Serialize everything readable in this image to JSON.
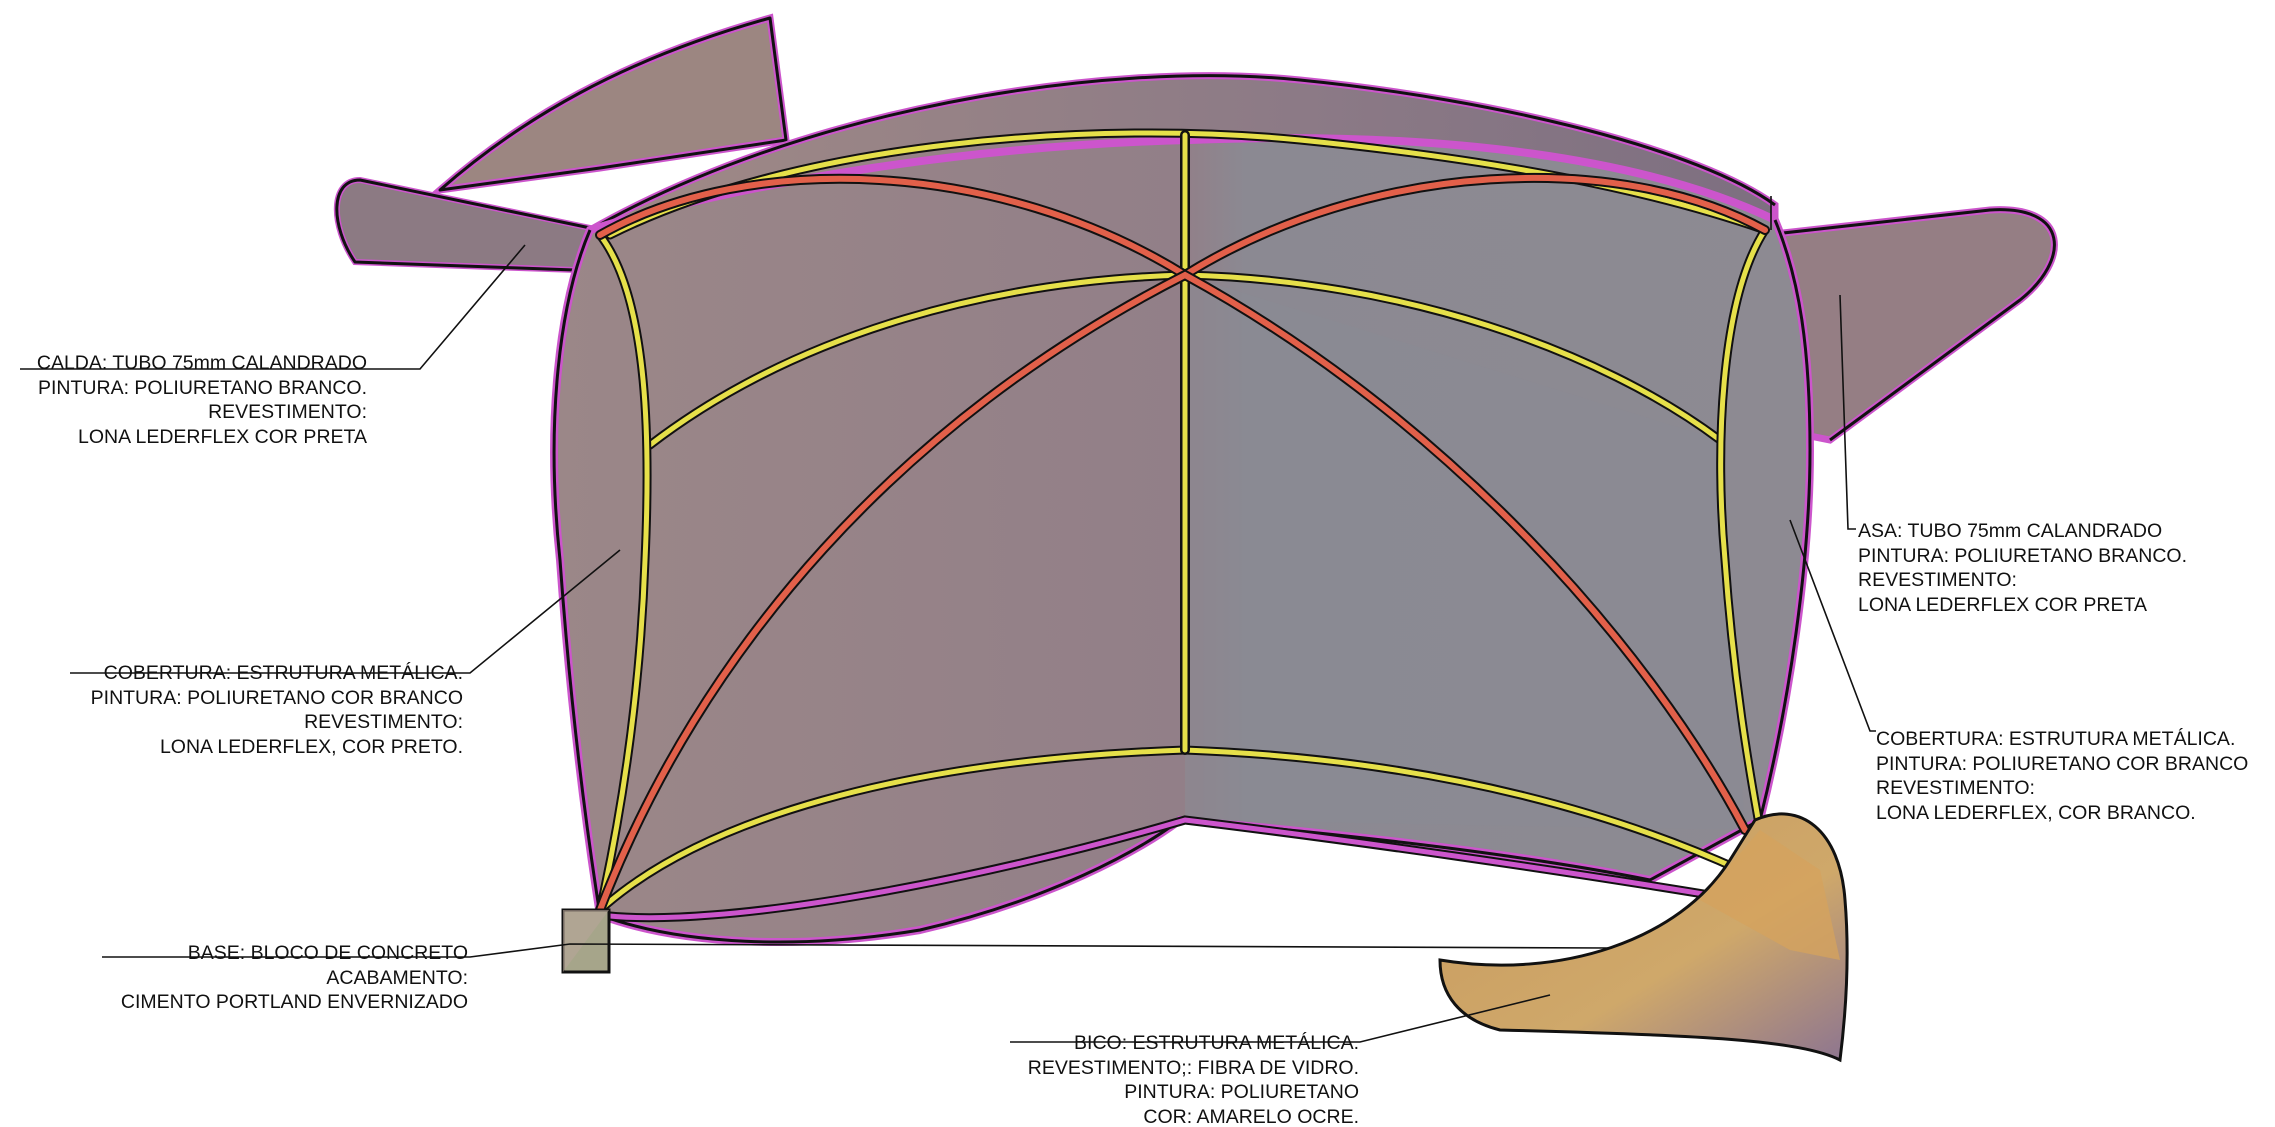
{
  "colors": {
    "cover_warm": "#9a8486",
    "cover_cool": "#8a8790",
    "cover_dark": "#7e7180",
    "magenta_tube": "#cc55cc",
    "yellow_rib": "#e6e04a",
    "red_rib": "#e2604a",
    "beak": "#c9a063",
    "base_block": "#a6a58a",
    "outline": "#111111"
  },
  "annotations": {
    "calda": [
      "CALDA: TUBO 75mm CALANDRADO",
      "PINTURA: POLIURETANO BRANCO.",
      "REVESTIMENTO:",
      "LONA LEDERFLEX COR PRETA"
    ],
    "cobertura_left": [
      "COBERTURA: ESTRUTURA METÁLICA.",
      "PINTURA: POLIURETANO COR BRANCO",
      "REVESTIMENTO:",
      "LONA LEDERFLEX, COR PRETO."
    ],
    "base": [
      "BASE: BLOCO DE CONCRETO",
      "ACABAMENTO:",
      "CIMENTO PORTLAND ENVERNIZADO"
    ],
    "bico": [
      "BICO: ESTRUTURA METÁLICA.",
      "REVESTIMENTO;: FIBRA DE VIDRO.",
      "PINTURA: POLIURETANO",
      "COR: AMARELO OCRE."
    ],
    "asa": [
      "ASA: TUBO 75mm CALANDRADO",
      "PINTURA: POLIURETANO BRANCO.",
      "REVESTIMENTO:",
      "LONA LEDERFLEX COR PRETA"
    ],
    "cobertura_right": [
      "COBERTURA: ESTRUTURA METÁLICA.",
      "PINTURA: POLIURETANO COR BRANCO",
      "REVESTIMENTO:",
      "LONA LEDERFLEX, COR BRANCO."
    ]
  }
}
